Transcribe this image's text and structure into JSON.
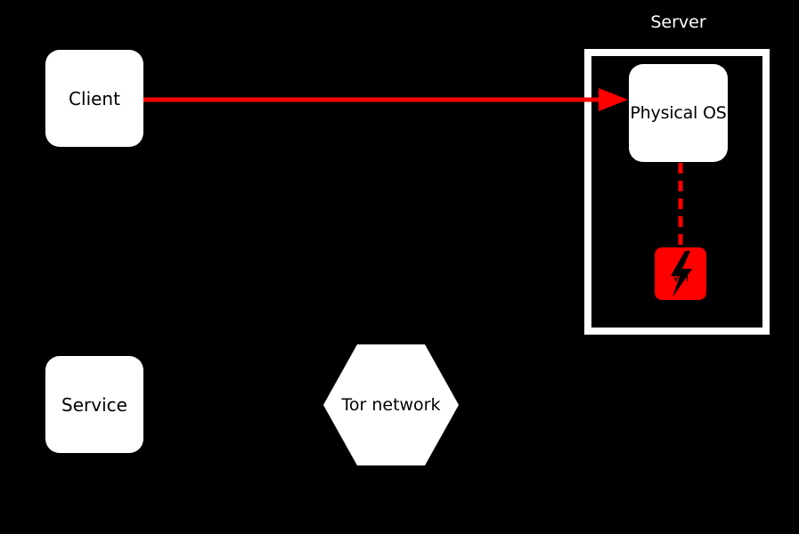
{
  "nodes": {
    "client": {
      "label": "Client"
    },
    "service": {
      "label": "Service"
    },
    "physical_os": {
      "label": "Physical OS"
    },
    "tor_network": {
      "label": "Tor network"
    }
  },
  "groups": {
    "server": {
      "label": "Server"
    }
  },
  "connections": [
    {
      "from": "client",
      "to": "physical_os",
      "style": "solid",
      "arrow": "end",
      "color": "#ff0000"
    },
    {
      "from": "physical_os",
      "to": "vm",
      "style": "dashed",
      "arrow": "none",
      "color": "#ff0000"
    }
  ],
  "icons": {
    "vm": {
      "name": "vm-lightning-icon",
      "text": "VM",
      "color": "#ff0000"
    }
  },
  "colors": {
    "background": "#000000",
    "node_fill": "#ffffff",
    "accent": "#ff0000"
  }
}
